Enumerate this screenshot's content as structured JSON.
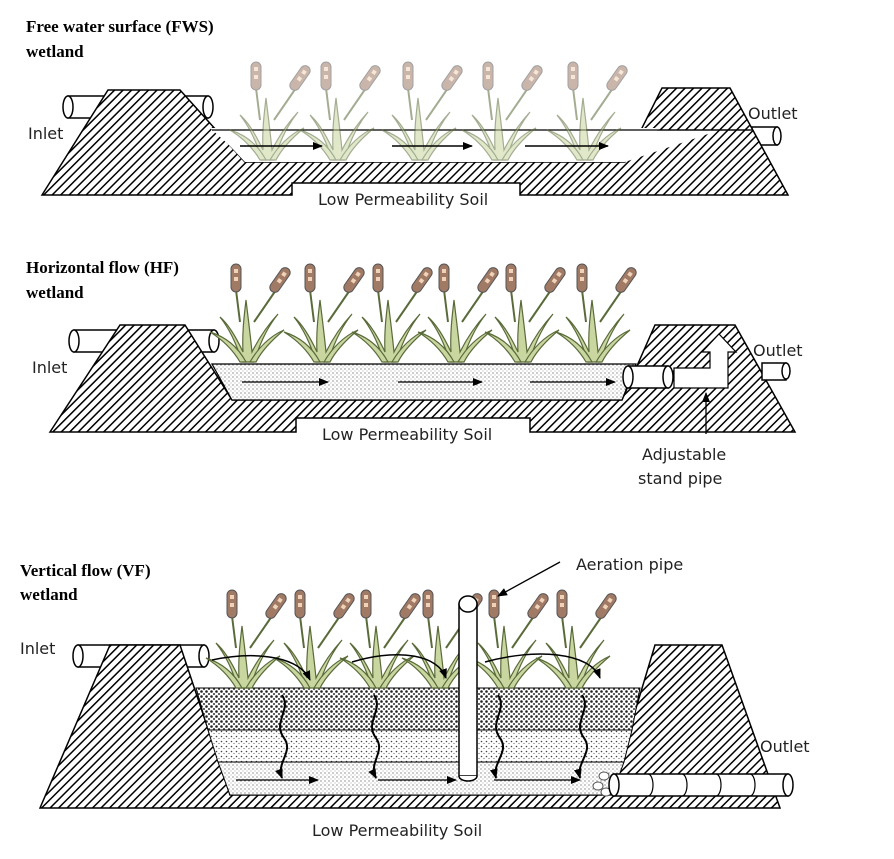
{
  "fws": {
    "title_line1": "Free water surface (FWS)",
    "title_line2": "wetland",
    "inlet": "Inlet",
    "outlet": "Outlet",
    "soil": "Low Permeability Soil"
  },
  "hf": {
    "title_line1": "Horizontal flow (HF)",
    "title_line2": "wetland",
    "inlet": "Inlet",
    "outlet": "Outlet",
    "soil": "Low Permeability Soil",
    "standpipe_line1": "Adjustable",
    "standpipe_line2": "stand pipe"
  },
  "vf": {
    "title_line1": "Vertical flow (VF)",
    "title_line2": "wetland",
    "inlet": "Inlet",
    "outlet": "Outlet",
    "soil": "Low Permeability Soil",
    "aeration": "Aeration pipe"
  },
  "colors": {
    "reed_leaf": "#c9d6a0",
    "reed_leaf_dark": "#5a6b3a",
    "cattail": "#a07a65",
    "cattail_tip": "#f0d2b8",
    "hatch": "#000000"
  }
}
